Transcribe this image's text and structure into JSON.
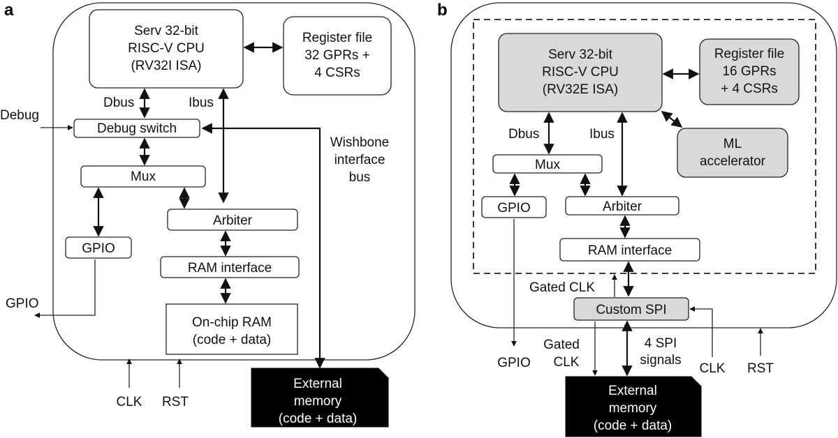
{
  "panel_a": {
    "letter": "a",
    "cpu": [
      "Serv 32-bit",
      "RISC-V CPU",
      "(RV32I ISA)"
    ],
    "regfile": [
      "Register file",
      "32 GPRs +",
      "4 CSRs"
    ],
    "dbus": "Dbus",
    "ibus": "Ibus",
    "debug_in": "Debug",
    "debug_switch": "Debug switch",
    "wishbone": [
      "Wishbone",
      "interface",
      "bus"
    ],
    "mux": "Mux",
    "arbiter": "Arbiter",
    "gpio_block": "GPIO",
    "ram_interface": "RAM interface",
    "onchip_ram": [
      "On-chip RAM",
      "(code + data)"
    ],
    "gpio_out": "GPIO",
    "clk": "CLK",
    "rst": "RST",
    "ext_mem": [
      "External",
      "memory",
      "(code + data)"
    ]
  },
  "panel_b": {
    "letter": "b",
    "cpu": [
      "Serv 32-bit",
      "RISC-V CPU",
      "(RV32E ISA)"
    ],
    "regfile": [
      "Register file",
      "16 GPRs",
      "+ 4 CSRs"
    ],
    "ml": [
      "ML",
      "accelerator"
    ],
    "dbus": "Dbus",
    "ibus": "Ibus",
    "mux": "Mux",
    "gpio_block": "GPIO",
    "arbiter": "Arbiter",
    "ram_interface": "RAM interface",
    "gated_clk_top": "Gated CLK",
    "custom_spi": "Custom SPI",
    "gpio_out": "GPIO",
    "gated_clk_bottom": [
      "Gated",
      "CLK"
    ],
    "spi_signals": [
      "4 SPI",
      "signals"
    ],
    "clk": "CLK",
    "rst": "RST",
    "ext_mem": [
      "External",
      "memory",
      "(code + data)"
    ]
  },
  "colors": {
    "gray_fill": "#d9d9d9",
    "black": "#000000",
    "line": "#222222"
  }
}
